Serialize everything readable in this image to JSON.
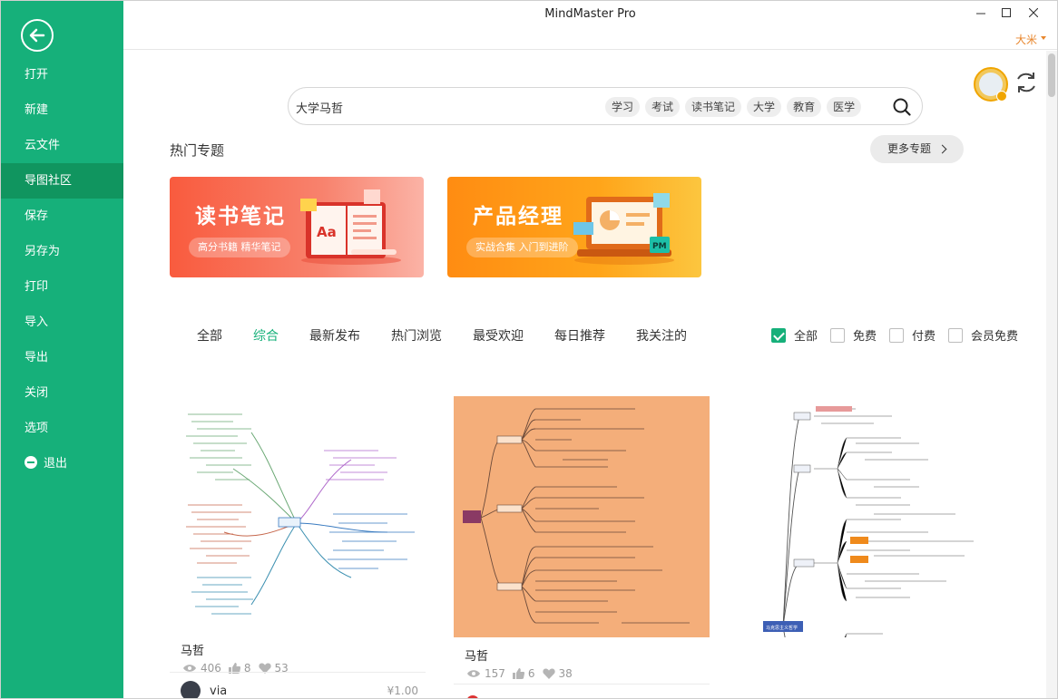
{
  "window": {
    "title": "MindMaster Pro",
    "user_name": "大米"
  },
  "sidebar": {
    "items": [
      {
        "label": "打开"
      },
      {
        "label": "新建"
      },
      {
        "label": "云文件"
      },
      {
        "label": "导图社区"
      },
      {
        "label": "保存"
      },
      {
        "label": "另存为"
      },
      {
        "label": "打印"
      },
      {
        "label": "导入"
      },
      {
        "label": "导出"
      },
      {
        "label": "关闭"
      },
      {
        "label": "选项"
      },
      {
        "label": "退出"
      }
    ],
    "active": "导图社区"
  },
  "search": {
    "value": "大学马哲",
    "tags": [
      "学习",
      "考试",
      "读书笔记",
      "大学",
      "教育",
      "医学"
    ]
  },
  "topics": {
    "title": "热门专题",
    "more_label": "更多专题",
    "banners": [
      {
        "title": "读书笔记",
        "subtitle": "高分书籍 精华笔记"
      },
      {
        "title": "产品经理",
        "subtitle": "实战合集 入门到进阶"
      }
    ]
  },
  "tabs": {
    "items": [
      "全部",
      "综合",
      "最新发布",
      "热门浏览",
      "最受欢迎",
      "每日推荐",
      "我关注的"
    ],
    "active": "综合"
  },
  "filters": [
    {
      "label": "全部",
      "checked": true
    },
    {
      "label": "免费",
      "checked": false
    },
    {
      "label": "付费",
      "checked": false
    },
    {
      "label": "会员免费",
      "checked": false
    }
  ],
  "cards": [
    {
      "name": "马哲",
      "views": "406",
      "likes": "8",
      "favorites": "53",
      "author": "via",
      "price": "¥1.00"
    },
    {
      "name": "马哲",
      "views": "157",
      "likes": "6",
      "favorites": "38"
    },
    {
      "root_label": "马克思主义哲学"
    }
  ],
  "colors": {
    "accent": "#16b07a",
    "user": "#e8862c"
  }
}
